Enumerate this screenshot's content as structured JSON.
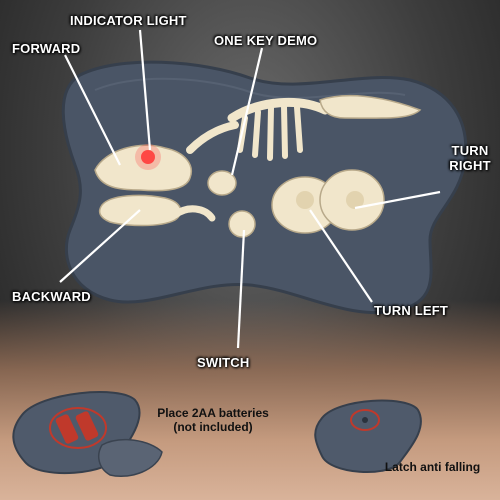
{
  "labels": {
    "forward": "FORWARD",
    "indicator_light": "INDICATOR LIGHT",
    "one_key_demo": "ONE KEY DEMO",
    "turn_right_line1": "TURN",
    "turn_right_line2": "RIGHT",
    "backward": "BACKWARD",
    "turn_left": "TURN LEFT",
    "switch": "SWITCH"
  },
  "captions": {
    "batteries_line1": "Place 2AA batteries",
    "batteries_line2": "(not included)",
    "latch": "Latch anti falling"
  },
  "colors": {
    "controller_body": "#4a5566",
    "bone": "#f1e6cb",
    "indicator_glow": "#ff3b3b",
    "callout_line": "#ffffff",
    "battery_cell": "#c0392b"
  }
}
